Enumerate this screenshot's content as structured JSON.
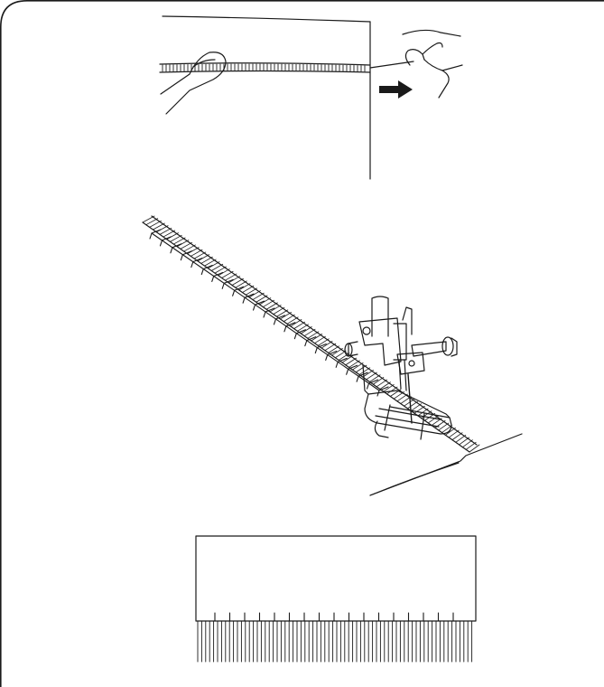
{
  "figures": [
    {
      "id": "pull-thread",
      "label": ""
    },
    {
      "id": "sewing-fringe",
      "label": ""
    },
    {
      "id": "finished-fringe",
      "label": ""
    }
  ],
  "colors": {
    "line": "#1a1a1a",
    "background": "#ffffff"
  },
  "icons": [
    "right-arrow-icon",
    "hand-icon",
    "presser-foot-icon"
  ]
}
